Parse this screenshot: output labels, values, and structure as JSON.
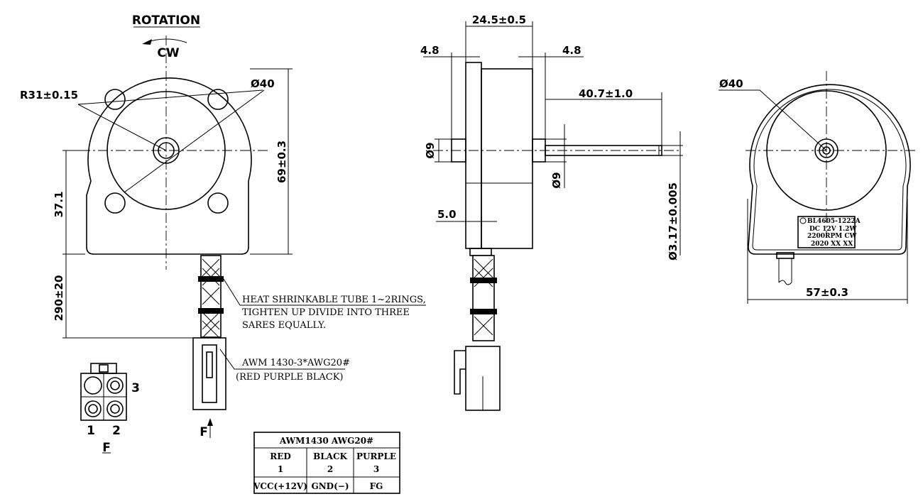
{
  "front_view": {
    "rotation_title": "ROTATION",
    "rotation_dir": "CW",
    "dim_radius": "R31±0.15",
    "dim_dia": "Ø40",
    "dim_height": "69±0.3",
    "dim_center": "37.1",
    "dim_cable": "290±20"
  },
  "notes": {
    "heat_line1": "HEAT SHRINKABLE TUBE 1~2RINGS,",
    "heat_line2": "TIGHTEN UP DIVIDE INTO THREE",
    "heat_line3": "SARES EQUALLY.",
    "awm_line1": "AWM 1430-3*AWG20#",
    "awm_line2": "(RED PURPLE BLACK)"
  },
  "connector": {
    "pin1": "1",
    "pin2": "2",
    "pin3": "3",
    "view_label": "F",
    "arrow_label": "F"
  },
  "side_view": {
    "dim_width": "24.5±0.5",
    "dim_flange_left": "4.8",
    "dim_flange_right": "4.8",
    "dim_shaft_len": "40.7±1.0",
    "dim_boss_left": "Ø9",
    "dim_boss_right": "Ø9",
    "dim_plate": "5.0",
    "dim_shaft_dia": "Ø3.17±0.005"
  },
  "back_view": {
    "dim_dia": "Ø40",
    "dim_width": "57±0.3",
    "label": {
      "line1": "BL4605-1222A",
      "line2": "DC 12V 1.2W",
      "line3": "2200RPM CW",
      "line4": "2020 XX XX"
    }
  },
  "wire_table": {
    "title": "AWM1430 AWG20#",
    "colors": [
      "RED",
      "BLACK",
      "PURPLE"
    ],
    "pins": [
      "1",
      "2",
      "3"
    ],
    "functions": [
      "VCC(+12V)",
      "GND(−)",
      "FG"
    ]
  }
}
